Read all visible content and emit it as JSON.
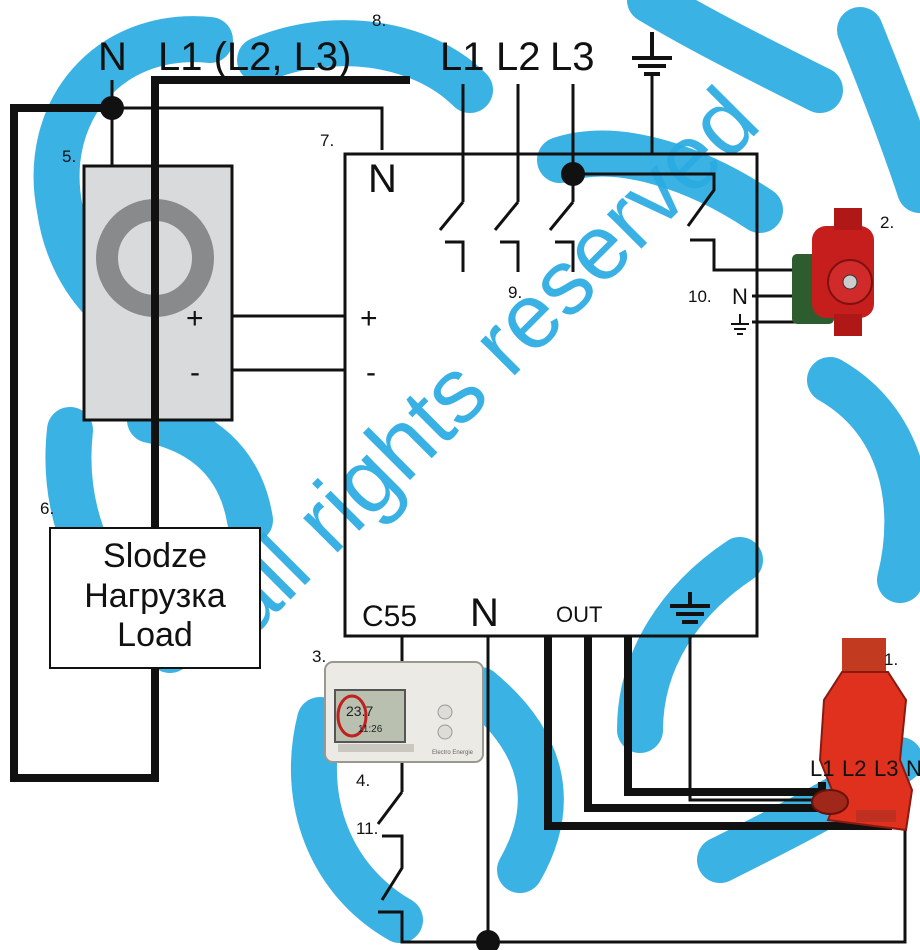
{
  "top_labels": {
    "neutral": "N",
    "phase_group": "L1 (L2, L3)",
    "phases": [
      "L1",
      "L2",
      "L3"
    ]
  },
  "controller": {
    "n_label": "N",
    "plus_left": "+",
    "minus_left": "-",
    "plus_inner": "+",
    "minus_inner": "-",
    "bottom_labels": {
      "c55": "C55",
      "n": "N",
      "out": "OUT"
    },
    "pump_n": "N"
  },
  "load": {
    "lines": [
      "Slodze",
      "Нагрузка",
      "Load"
    ]
  },
  "heater_phases": [
    "L1",
    "L2",
    "L3",
    "N"
  ],
  "thermostat_display": {
    "temp": "23.7",
    "time": "11:26",
    "brand": "Electro Energie"
  },
  "callouts": [
    "1.",
    "2.",
    "3.",
    "4.",
    "5.",
    "6.",
    "7.",
    "8.",
    "9.",
    "10.",
    "11."
  ],
  "watermark": {
    "text": "all rights reserved",
    "color": "#29abe2"
  }
}
